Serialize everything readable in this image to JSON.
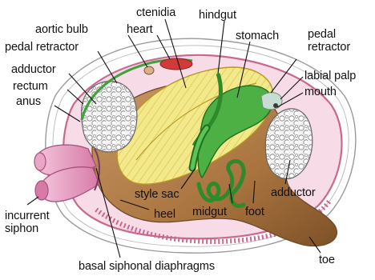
{
  "diagram": {
    "labels": {
      "ctenidia": "ctenidia",
      "heart": "heart",
      "hindgut": "hindgut",
      "stomach": "stomach",
      "aortic_bulb": "aortic bulb",
      "pedal_retractor_left": "pedal retractor",
      "pedal_retractor_right": "pedal retractor",
      "adductor_left": "adductor",
      "adductor_right": "adductor",
      "rectum": "rectum",
      "anus": "anus",
      "labial_palp": "labial palp",
      "mouth": "mouth",
      "style_sac": "style sac",
      "heel": "heel",
      "midgut": "midgut",
      "foot": "foot",
      "incurrent_siphon": "incurrent siphon",
      "basal_siphonal_diaphragms": "basal siphonal diaphragms",
      "toe": "toe"
    },
    "colors": {
      "shell_outline": "#9a9a9a",
      "mantle": "#e8a8c0",
      "mantle_edge": "#c9688e",
      "foot": "#b07d4f",
      "foot_dark": "#8a5a32",
      "gills": "#f3e98a",
      "gill_outline": "#c8b03a",
      "gut": "#3fa33a",
      "gut_dark": "#1f6e22",
      "heart": "#d23a3a",
      "siphon": "#e39ac0",
      "adductor": "#f2f2f2",
      "leader": "#111111"
    }
  }
}
